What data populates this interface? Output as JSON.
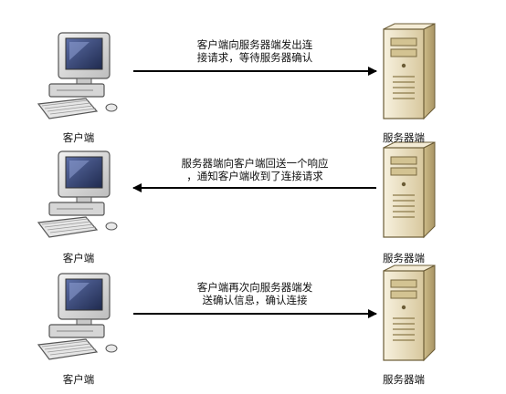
{
  "diagram": {
    "steps": [
      {
        "client_label": "客户端",
        "server_label": "服务器端",
        "direction": "client-to-server",
        "message_lines": [
          "客户端向服务器端发出连",
          "接请求，等待服务器确认"
        ]
      },
      {
        "client_label": "客户端",
        "server_label": "服务器端",
        "direction": "server-to-client",
        "message_lines": [
          "服务器端向客户端回送一个响应",
          "，通知客户端收到了连接请求"
        ]
      },
      {
        "client_label": "客户端",
        "server_label": "服务器端",
        "direction": "client-to-server",
        "message_lines": [
          "客户端再次向服务器端发",
          "送确认信息，确认连接"
        ]
      }
    ],
    "colors": {
      "arrow": "#000000",
      "monitor_frame": "#d9d9d9",
      "screen": "#3a4a7a",
      "server_body": "#efe6cf",
      "server_dark": "#c9b98c"
    }
  }
}
